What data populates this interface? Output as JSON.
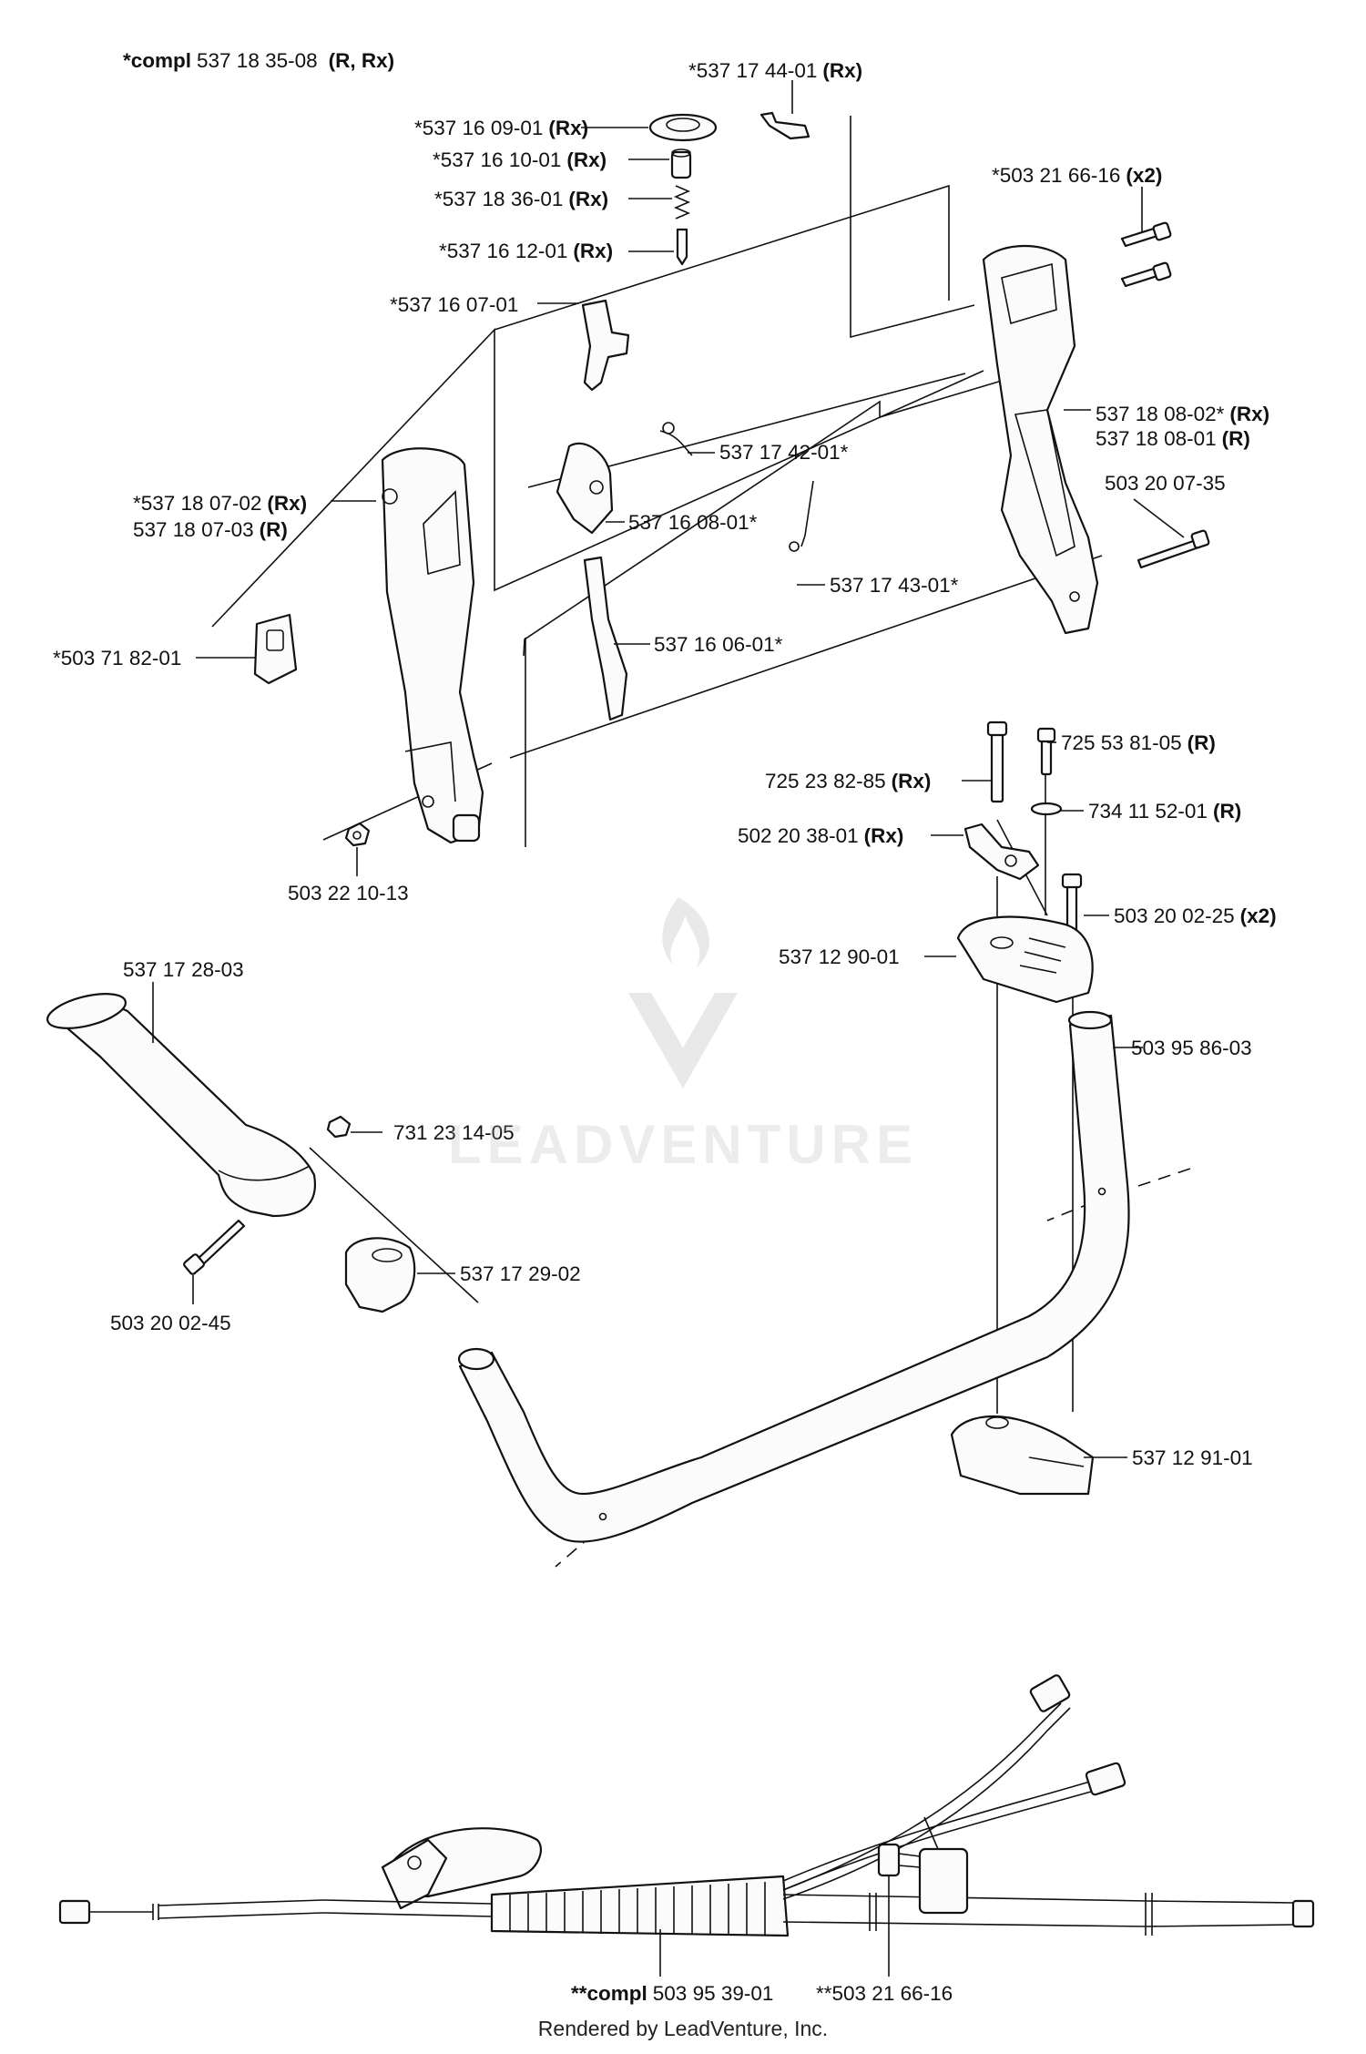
{
  "labels": {
    "kit_top": {
      "prefix": "*compl",
      "text": "537 18 35-08",
      "suffix": "(R, Rx)"
    },
    "p_537174401": {
      "text": "*537 17 44-01",
      "suffix": "(Rx)"
    },
    "p_537160901": {
      "text": "*537 16 09-01",
      "suffix": "(Rx)"
    },
    "p_537161001": {
      "text": "*537 16 10-01",
      "suffix": "(Rx)"
    },
    "p_537183601": {
      "text": "*537 18 36-01",
      "suffix": "(Rx)"
    },
    "p_537161201": {
      "text": "*537 16 12-01",
      "suffix": "(Rx)"
    },
    "p_503216616": {
      "text": "*503 21 66-16",
      "suffix": "(x2)"
    },
    "p_537160701": {
      "text": "*537 16 07-01"
    },
    "p_537180802": {
      "text": "537 18 08-02*",
      "suffix": "(Rx)"
    },
    "p_537180801": {
      "text": "537 18 08-01",
      "suffix": "(R)"
    },
    "p_537174201": {
      "text": "537 17 42-01*"
    },
    "p_503200735": {
      "text": "503 20 07-35"
    },
    "p_537180702": {
      "text": "*537 18 07-02",
      "suffix": "(Rx)"
    },
    "p_537180703": {
      "text": "537 18 07-03",
      "suffix": "(R)"
    },
    "p_537160801": {
      "text": "537 16 08-01*"
    },
    "p_537174301": {
      "text": "537 17 43-01*"
    },
    "p_503718201": {
      "text": "*503 71 82-01"
    },
    "p_537160601": {
      "text": "537 16 06-01*"
    },
    "p_503221013": {
      "text": "503 22 10-13"
    },
    "p_725538105": {
      "text": "725 53 81-05",
      "suffix": "(R)"
    },
    "p_725238285": {
      "text": "725 23 82-85",
      "suffix": "(Rx)"
    },
    "p_734115201": {
      "text": "734 11 52-01",
      "suffix": "(R)"
    },
    "p_502203801": {
      "text": "502 20 38-01",
      "suffix": "(Rx)"
    },
    "p_503200225": {
      "text": "503 20 02-25",
      "suffix": "(x2)"
    },
    "p_537129001": {
      "text": "537 12 90-01"
    },
    "p_537172803": {
      "text": "537 17 28-03"
    },
    "p_503958603": {
      "text": "503 95 86-03"
    },
    "p_731231405": {
      "text": "731 23 14-05"
    },
    "p_537172902": {
      "text": "537 17 29-02"
    },
    "p_503200245": {
      "text": "503 20 02-45"
    },
    "p_537129101": {
      "text": "537 12 91-01"
    },
    "kit_bottom": {
      "prefix": "**compl",
      "text": "503 95 39-01"
    },
    "p_503216616b": {
      "text": "**503 21 66-16"
    }
  },
  "watermark": "LEADVENTURE",
  "footer": "Rendered by LeadVenture, Inc.",
  "colors": {
    "line": "#111111",
    "watermark": "#aaaaaa"
  }
}
